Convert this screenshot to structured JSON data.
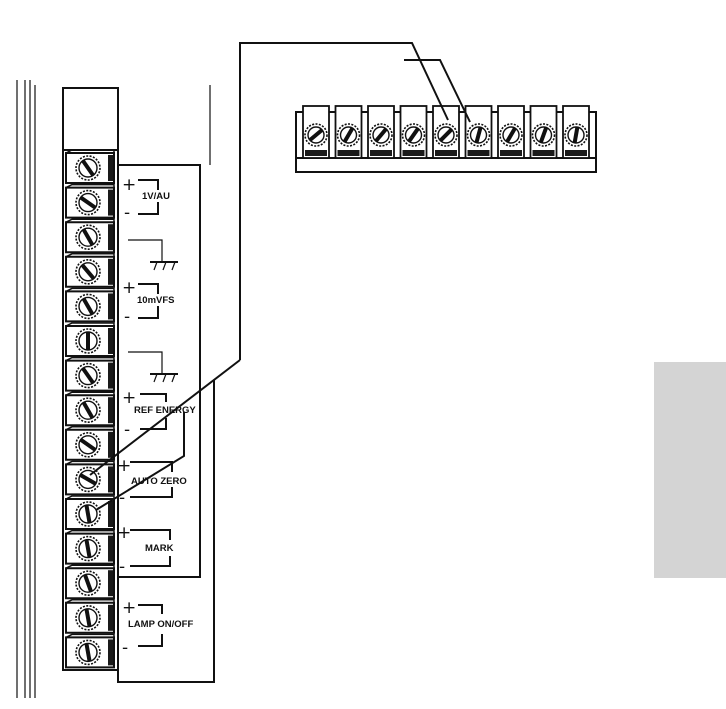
{
  "terminal_strip": {
    "signals": [
      {
        "id": "1v-au",
        "label": "1V/AU",
        "plus": "+",
        "minus": "-"
      },
      {
        "id": "10mvfs",
        "label": "10mVFS",
        "plus": "+",
        "minus": "-"
      },
      {
        "id": "ref-energy",
        "label": "REF ENERGY",
        "plus": "+",
        "minus": "-"
      },
      {
        "id": "auto-zero",
        "label": "AUTO ZERO",
        "plus": "+",
        "minus": "-"
      },
      {
        "id": "mark",
        "label": "MARK",
        "plus": "+",
        "minus": "-"
      },
      {
        "id": "lamp-on-off",
        "label": "LAMP ON/OFF",
        "plus": "+",
        "minus": "-"
      }
    ],
    "terminal_count": 15
  },
  "remote_strip": {
    "terminal_count": 9
  },
  "colors": {
    "line": "#111111",
    "page_tab": "#d4d4d4"
  }
}
